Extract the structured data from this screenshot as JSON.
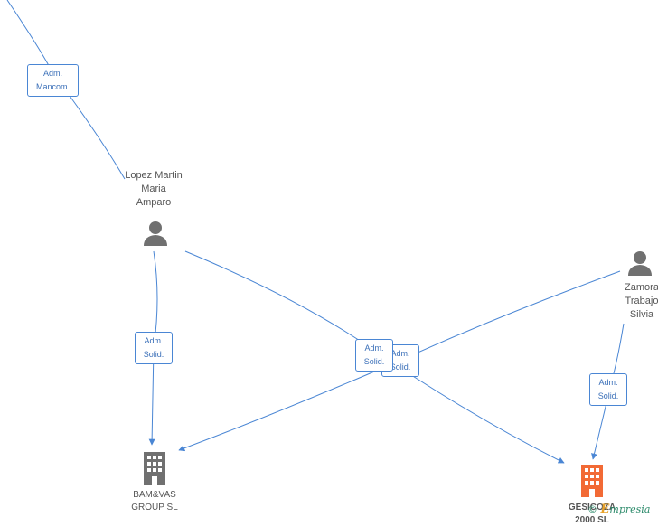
{
  "colors": {
    "edge": "#4a86d4",
    "person_icon": "#707070",
    "company_icon": "#707070",
    "company_highlight": "#f26a35",
    "brand": "#2b8a6a"
  },
  "persons": [
    {
      "id": "lopez",
      "lines": [
        "Lopez Martin",
        "Maria",
        "Amparo"
      ],
      "icon": "person-icon"
    },
    {
      "id": "zamora",
      "lines": [
        "Zamora",
        "Trabajo",
        "Silvia"
      ],
      "icon": "person-icon"
    }
  ],
  "companies": [
    {
      "id": "bamvas",
      "lines": [
        "BAM&VAS",
        "GROUP  SL"
      ],
      "icon": "building-icon",
      "highlight": false
    },
    {
      "id": "gesicoz",
      "lines": [
        "GESICOZA",
        "2000  SL"
      ],
      "icon": "building-icon",
      "highlight": true
    }
  ],
  "edge_labels": [
    {
      "id": "e1",
      "lines": [
        "Adm.",
        "Mancom."
      ]
    },
    {
      "id": "e2",
      "lines": [
        "Adm.",
        "Solid."
      ]
    },
    {
      "id": "e3",
      "lines": [
        "Adm.",
        "Solid."
      ]
    },
    {
      "id": "e4",
      "lines": [
        "Adm.",
        "Solid."
      ]
    },
    {
      "id": "e5",
      "lines": [
        "Adm.",
        "Solid."
      ]
    }
  ],
  "brand": {
    "symbol": "©",
    "first": "E",
    "rest": "mpresia"
  }
}
